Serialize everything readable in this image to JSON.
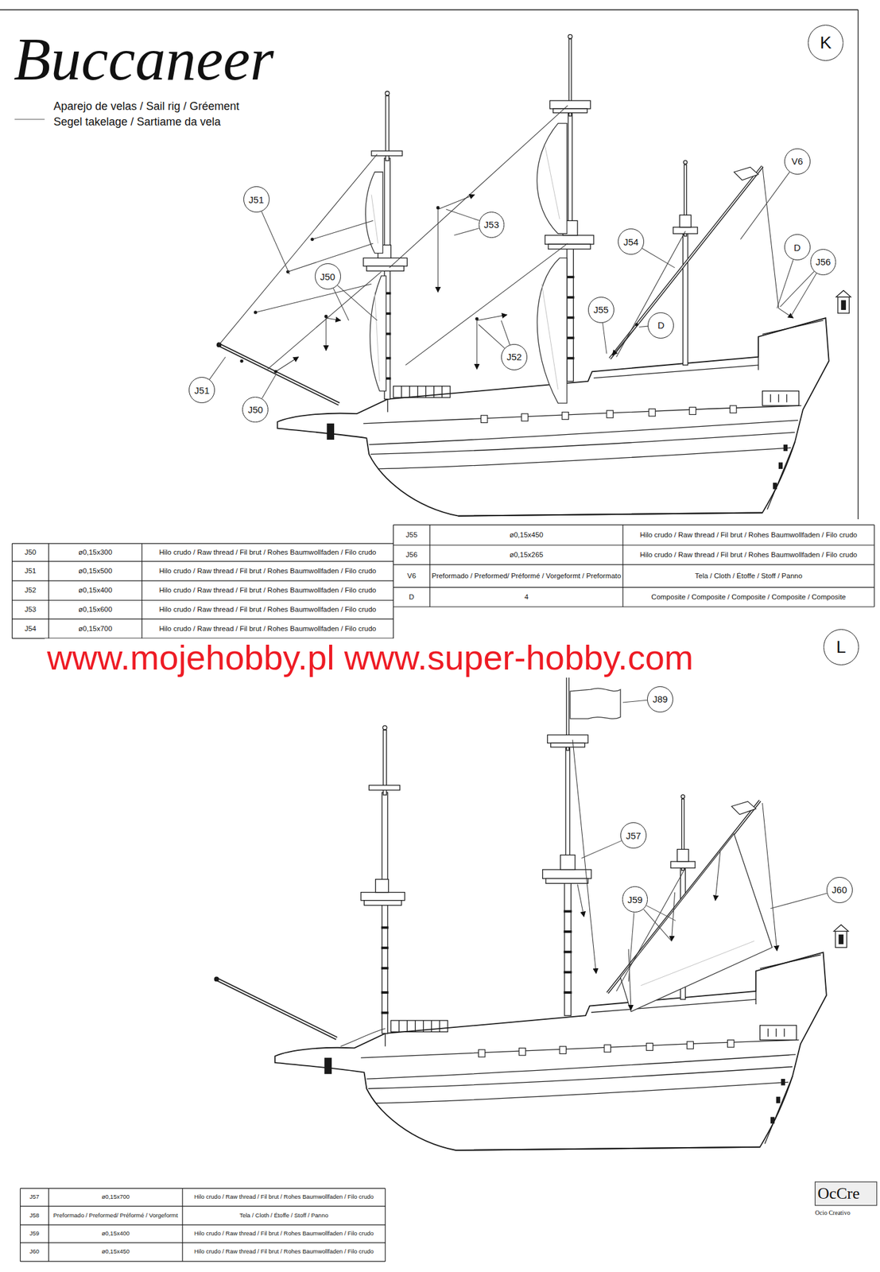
{
  "diagram": {
    "title": "Buccaneer",
    "nodes": [
      {
        "text": [
          "K"
        ]
      },
      {
        "text": [
          "V6"
        ]
      },
      {
        "text": [
          "J51"
        ]
      },
      {
        "text": [
          "J53"
        ]
      },
      {
        "text": [
          "J54"
        ]
      },
      {
        "text": [
          "D"
        ]
      },
      {
        "text": [
          "J56"
        ]
      },
      {
        "text": [
          "J50"
        ]
      },
      {
        "text": [
          "J55"
        ]
      },
      {
        "text": [
          "D"
        ]
      },
      {
        "text": [
          "J52"
        ]
      },
      {
        "text": [
          "J51"
        ]
      },
      {
        "text": [
          "J50"
        ]
      },
      {
        "text": [
          "L"
        ]
      },
      {
        "text": [
          "J89"
        ]
      },
      {
        "text": [
          "J57"
        ]
      },
      {
        "text": [
          "J60"
        ]
      },
      {
        "text": [
          "J59"
        ]
      }
    ],
    "labels": [
      "Aparejo de velas / Sail rig / Gréement",
      "Segel takelage / Sartiame da vela",
      "J50",
      "ø0,15x300",
      "Hilo crudo / Raw thread / Fil brut / Rohes Baumwollfaden / Filo crudo",
      "J51",
      "ø0,15x500",
      "Hilo crudo / Raw thread / Fil brut / Rohes Baumwollfaden / Filo crudo",
      "J52",
      "ø0,15x400",
      "Hilo crudo / Raw thread / Fil brut / Rohes Baumwollfaden / Filo crudo",
      "J53",
      "ø0,15x600",
      "Hilo crudo / Raw thread / Fil brut / Rohes Baumwollfaden / Filo crudo",
      "J54",
      "ø0,15x700",
      "Hilo crudo / Raw thread / Fil brut / Rohes Baumwollfaden / Filo crudo",
      "J55",
      "ø0,15x450",
      "Hilo crudo / Raw thread / Fil brut / Rohes Baumwollfaden / Filo crudo",
      "J56",
      "ø0,15x265",
      "Hilo crudo / Raw thread / Fil brut / Rohes Baumwollfaden / Filo crudo",
      "V6",
      "Preformado / Preformed/ Préformé / Vorgeformt / Preformato",
      "Tela / Cloth / Étoffe / Stoff / Panno",
      "D",
      "4",
      "Composite / Composite / Composite / Composite / Composite",
      "www.mojehobby.pl www.super-hobby.com",
      "J57",
      "ø0,15x700",
      "Hilo crudo / Raw thread / Fil brut / Rohes Baumwollfaden / Filo crudo",
      "J58",
      "Preformado / Preformed/ Préformé / Vorgeformt",
      "Tela / Cloth / Étoffe / Stoff / Panno",
      "J59",
      "ø0,15x400",
      "Hilo crudo / Raw thread / Fil brut / Rohes Baumwollfaden / Filo crudo",
      "J60",
      "ø0,15x450",
      "Hilo crudo / Raw thread / Fil brut / Rohes Baumwollfaden / Filo crudo",
      "OcCre",
      "Ocio Creativo"
    ]
  }
}
